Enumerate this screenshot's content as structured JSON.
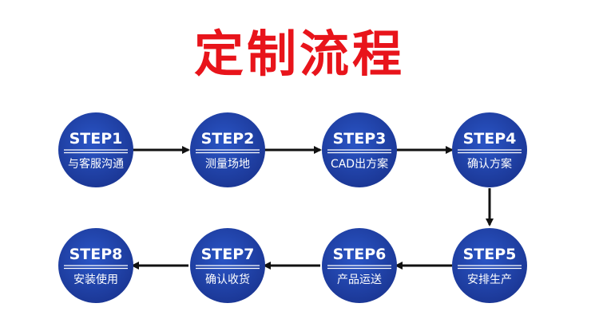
{
  "title": "定制流程",
  "colors": {
    "title": "#e8141b",
    "circle": "#1f3fa0",
    "circle_highlight": "#2a55c6",
    "arrow": "#111111",
    "text": "#ffffff"
  },
  "steps": [
    {
      "step": "STEP1",
      "label": "与客服沟通"
    },
    {
      "step": "STEP2",
      "label": "测量场地"
    },
    {
      "step": "STEP3",
      "label": "CAD出方案"
    },
    {
      "step": "STEP4",
      "label": "确认方案"
    },
    {
      "step": "STEP5",
      "label": "安排生产"
    },
    {
      "step": "STEP6",
      "label": "产品运送"
    },
    {
      "step": "STEP7",
      "label": "确认收货"
    },
    {
      "step": "STEP8",
      "label": "安装使用"
    }
  ]
}
